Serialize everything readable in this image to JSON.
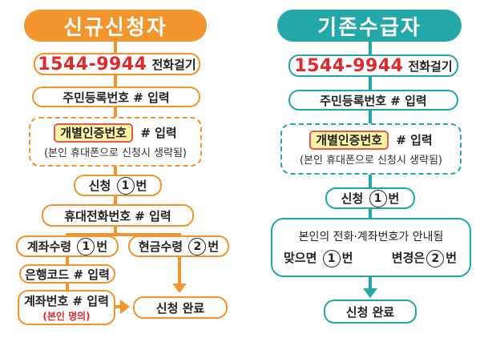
{
  "left": {
    "title": "신규신청자",
    "phone_number": "1544-9944",
    "phone_action": "전화걸기",
    "step_resident": "주민등록번호 # 입력",
    "step_personal_label": "개별인증번호",
    "step_personal_action": "# 입력",
    "step_personal_note": "(본인 휴대폰으로 신청시 생략됨)",
    "apply_prefix": "신청",
    "apply_num": "1",
    "apply_suffix": "번",
    "step_mobile": "휴대전화번호 # 입력",
    "account_prefix": "계좌수령",
    "account_num": "1",
    "account_suffix": "번",
    "cash_prefix": "현금수령",
    "cash_num": "2",
    "cash_suffix": "번",
    "bank_code": "은행코드 # 입력",
    "account_no": "계좌번호 # 입력",
    "account_note": "(본인 명의)",
    "complete": "신청 완료"
  },
  "right": {
    "title": "기존수급자",
    "phone_number": "1544-9944",
    "phone_action": "전화걸기",
    "step_resident": "주민등록번호 # 입력",
    "step_personal_label": "개별인증번호",
    "step_personal_action": "# 입력",
    "step_personal_note": "(본인 휴대폰으로 신청시 생략됨)",
    "apply_prefix": "신청",
    "apply_num": "1",
    "apply_suffix": "번",
    "guide_text": "본인의 전화·계좌번호가 안내됨",
    "correct_prefix": "맞으면",
    "correct_num": "1",
    "correct_suffix": "번",
    "change_prefix": "변경은",
    "change_num": "2",
    "change_suffix": "번",
    "complete": "신청 완료"
  },
  "colors": {
    "orange": "#F2952C",
    "teal": "#23A7A7",
    "red": "#E0282E",
    "highlight": "#FFF3A8"
  }
}
